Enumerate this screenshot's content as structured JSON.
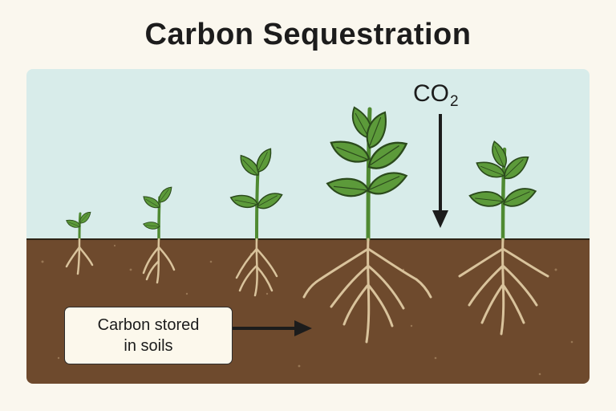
{
  "title": "Carbon Sequestration",
  "co2_label": {
    "main": "CO",
    "subscript": "2"
  },
  "callout": {
    "line1": "Carbon stored",
    "line2": "in soils"
  },
  "colors": {
    "sky": "#d8ecea",
    "soil": "#6e4a2d",
    "leaf": "#5c9a3a",
    "stem": "#4f8a32",
    "root": "#d9c39c",
    "arrow": "#1c1c1c"
  }
}
